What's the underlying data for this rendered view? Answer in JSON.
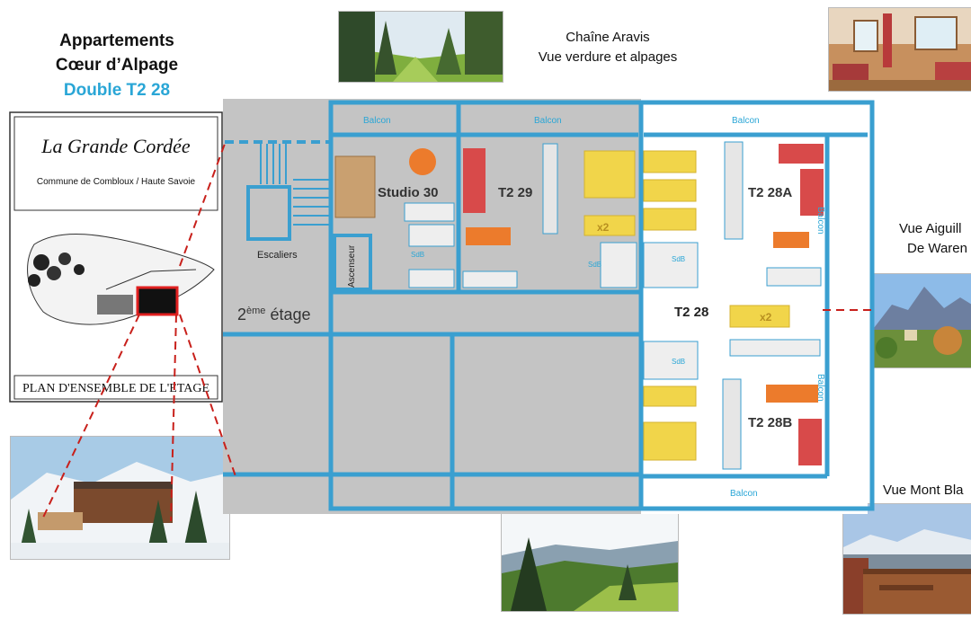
{
  "header": {
    "title_line1": "Appartements",
    "title_line2": "Cœur d’Alpage",
    "subtitle": "Double T2 28"
  },
  "views": {
    "aravis_line1": "Chaîne Aravis",
    "aravis_line2": "Vue verdure et alpages",
    "aiguille_line1": "Vue  Aiguill",
    "aiguille_line2": "De Waren",
    "montblanc": "Vue  Mont Bla"
  },
  "sign": {
    "name": "La Grande Cordée",
    "commune": "Commune de Combloux / Haute Savoie",
    "plan_label": "PLAN D'ENSEMBLE DE L'ETAGE"
  },
  "floorplan": {
    "floor_label": "2",
    "floor_sup": "ème",
    "floor_word": "étage",
    "stairs": "Escaliers",
    "elevator": "Ascenseur",
    "balcony": "Balcon",
    "bathroom": "SdB",
    "rooms": {
      "studio30": "Studio 30",
      "t229": "T2 29",
      "t228a": "T2 28A",
      "t228": "T2 28",
      "t228b": "T2 28B"
    },
    "bed_x2": "x2"
  },
  "colors": {
    "wall": "#3a9fd0",
    "floor_grey": "#c4c4c4",
    "accent_text": "#2aa6d6",
    "bed_yellow": "#f1d54a",
    "sofa_red": "#d84a4a",
    "table_orange": "#ec7b2c",
    "dashed_red": "#c8201b"
  }
}
